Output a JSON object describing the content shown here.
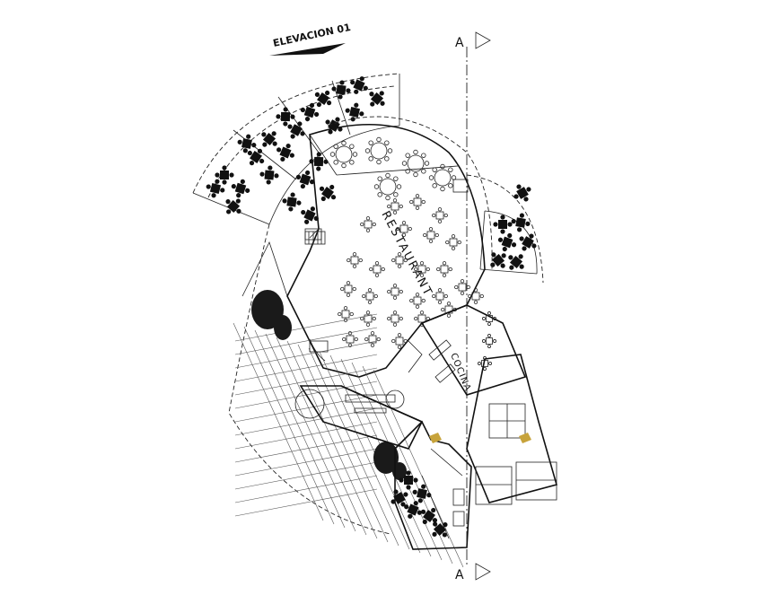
{
  "elevation_label": "ELEVACION 01",
  "section_marker_top": "A",
  "section_marker_bottom": "A",
  "room_labels": {
    "restaurant": "RESTAURANT",
    "kitchen": "COCINA"
  },
  "colors": {
    "lines": "#111111",
    "accent": "#c7a33b",
    "background": "#ffffff"
  }
}
